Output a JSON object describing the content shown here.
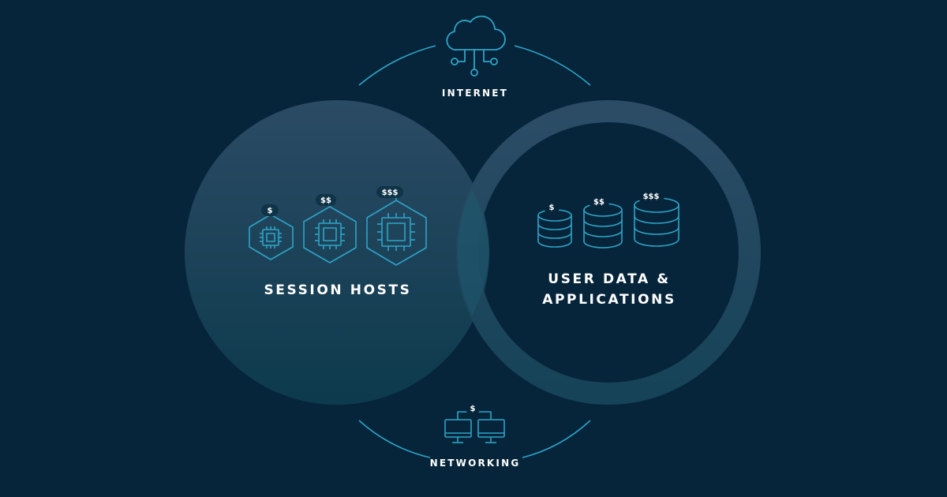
{
  "labels": {
    "internet": "INTERNET",
    "networking": "NETWORKING",
    "session_hosts": "SESSION HOSTS",
    "user_data_line1": "USER DATA &",
    "user_data_line2": "APPLICATIONS"
  },
  "session_host_costs": [
    "$",
    "$$",
    "$$$"
  ],
  "storage_costs": [
    "$",
    "$$",
    "$$$"
  ],
  "networking_cost": "$",
  "icons": {
    "internet": "cloud-network-icon",
    "networking": "networked-monitors-icon",
    "session_hosts": "cpu-chip-icon",
    "storage": "database-stack-icon"
  },
  "colors": {
    "background": "#06253a",
    "accent": "#2ea3c8",
    "circle_fill_top": "#2a4b63",
    "circle_fill_bottom": "#0f3a4e",
    "ring": "#2a4d66",
    "text": "#ffffff"
  }
}
